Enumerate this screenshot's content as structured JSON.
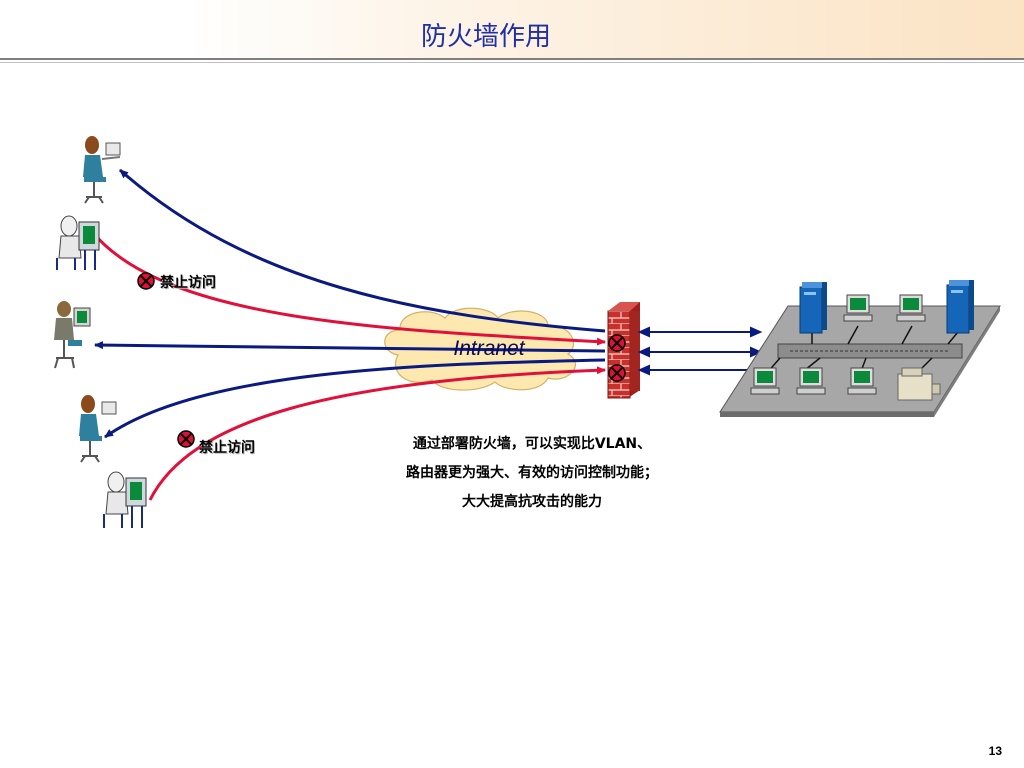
{
  "header": {
    "title": "防火墙作用"
  },
  "diagram": {
    "cloud_label": "Intranet",
    "deny_label_top": "禁止访问",
    "deny_label_bottom": "禁止访问"
  },
  "description": {
    "line1": "通过部署防火墙，可以实现比VLAN、",
    "line2": "路由器更为强大、有效的访问控制功能；",
    "line3": "大大提高抗攻击的能力"
  },
  "colors": {
    "allowed": "#0a1a80",
    "denied": "#e0103a",
    "title": "#1f2fa8",
    "firewall": "#c0272d",
    "cloud": "#fde9b0"
  },
  "footer": {
    "page_number": "13"
  }
}
